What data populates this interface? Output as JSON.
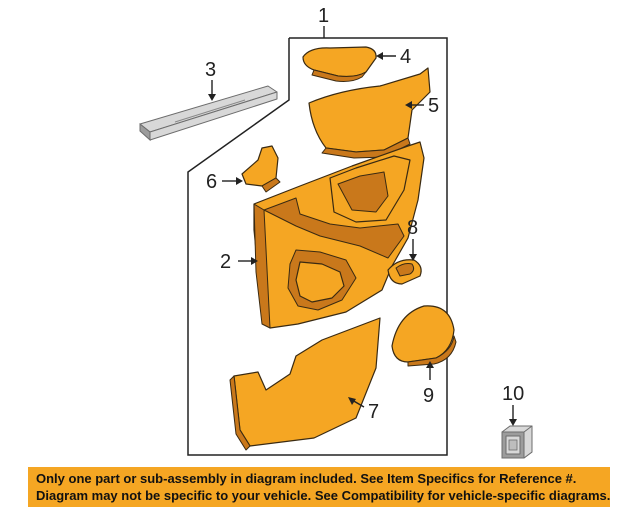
{
  "colors": {
    "part": "#f5a623",
    "part_shadow": "#c9781b",
    "gray_part": "#d8d8d8",
    "banner": "#f5a623",
    "text": "#222222"
  },
  "callouts": {
    "c1": "1",
    "c2": "2",
    "c3": "3",
    "c4": "4",
    "c5": "5",
    "c6": "6",
    "c7": "7",
    "c8": "8",
    "c9": "9",
    "c10": "10"
  },
  "banner": {
    "line1": "Only one part or sub-assembly in diagram included. See Item Specifics for Reference #.",
    "line2": "Diagram may not be specific to your vehicle. See Compatibility for vehicle-specific diagrams."
  }
}
